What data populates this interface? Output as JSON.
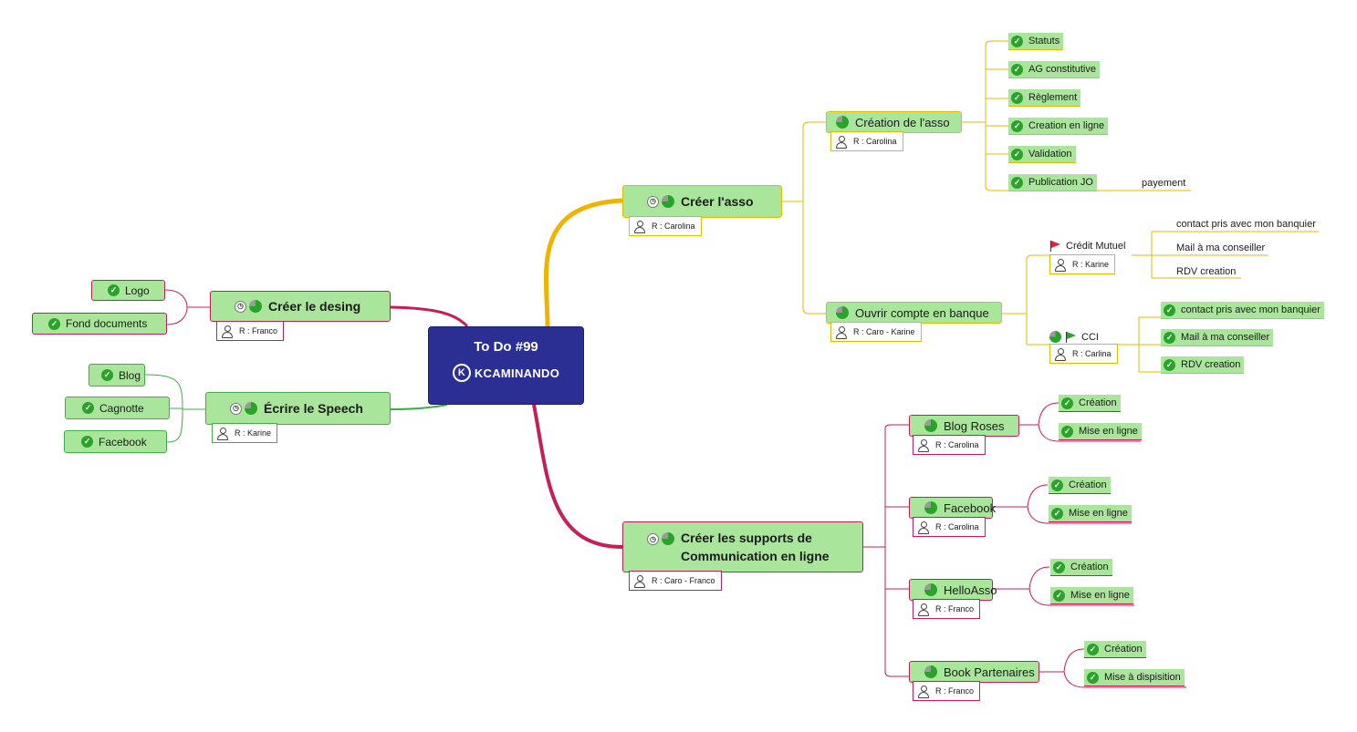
{
  "central": {
    "title": "To Do #99",
    "logo_letter": "K",
    "logo_text": "KCAMINANDO"
  },
  "colors": {
    "central_bg": "#2b2f93",
    "node_fill": "#a9e59a",
    "branch_red": "#c81e58",
    "branch_yellow": "#e6b800",
    "branch_green": "#3fae45",
    "check_green": "#29a329",
    "flag_red": "#e0233a",
    "flag_green": "#29a329"
  },
  "icons": {
    "done": "check-circle-icon",
    "progress": "progress-icon",
    "clock": "clock-icon",
    "flag": "flag-icon",
    "person": "person-icon"
  },
  "branches": {
    "asso": {
      "label": "Créer l'asso",
      "resource": "R : Carolina",
      "creation": {
        "label": "Création de l'asso",
        "resource": "R : Carolina",
        "items": [
          "Statuts",
          "AG constitutive",
          "Règlement",
          "Creation en ligne",
          "Validation",
          "Publication JO"
        ],
        "note": "payement"
      },
      "banque": {
        "label": "Ouvrir compte en banque",
        "resource": "R : Caro - Karine",
        "credit": {
          "label": "Crédit Mutuel",
          "resource": "R : Karine",
          "items": [
            "contact pris avec mon banquier",
            "Mail à ma conseiller",
            "RDV creation"
          ]
        },
        "cci": {
          "label": "CCI",
          "resource": "R : Carlina",
          "items": [
            "contact pris avec mon banquier",
            "Mail à ma conseiller",
            "RDV creation"
          ]
        }
      }
    },
    "desing": {
      "label": "Créer le desing",
      "resource": "R : Franco",
      "items": [
        "Logo",
        "Fond documents"
      ]
    },
    "speech": {
      "label": "Écrire le Speech",
      "resource": "R : Karine",
      "items": [
        "Blog",
        "Cagnotte",
        "Facebook"
      ]
    },
    "supports": {
      "label_line1": "Créer les supports de",
      "label_line2": "Communication en ligne",
      "resource": "R : Caro - Franco",
      "children": [
        {
          "label": "Blog Roses",
          "resource": "R : Carolina",
          "items": [
            "Création",
            "Mise en ligne"
          ]
        },
        {
          "label": "Facebook",
          "resource": "R : Carolina",
          "items": [
            "Création",
            "Mise en ligne"
          ]
        },
        {
          "label": "HelloAsso",
          "resource": "R : Franco",
          "items": [
            "Création",
            "Mise en ligne"
          ]
        },
        {
          "label": "Book Partenaires",
          "resource": "R : Franco",
          "items": [
            "Création",
            "Mise à dispisition"
          ]
        }
      ]
    }
  }
}
